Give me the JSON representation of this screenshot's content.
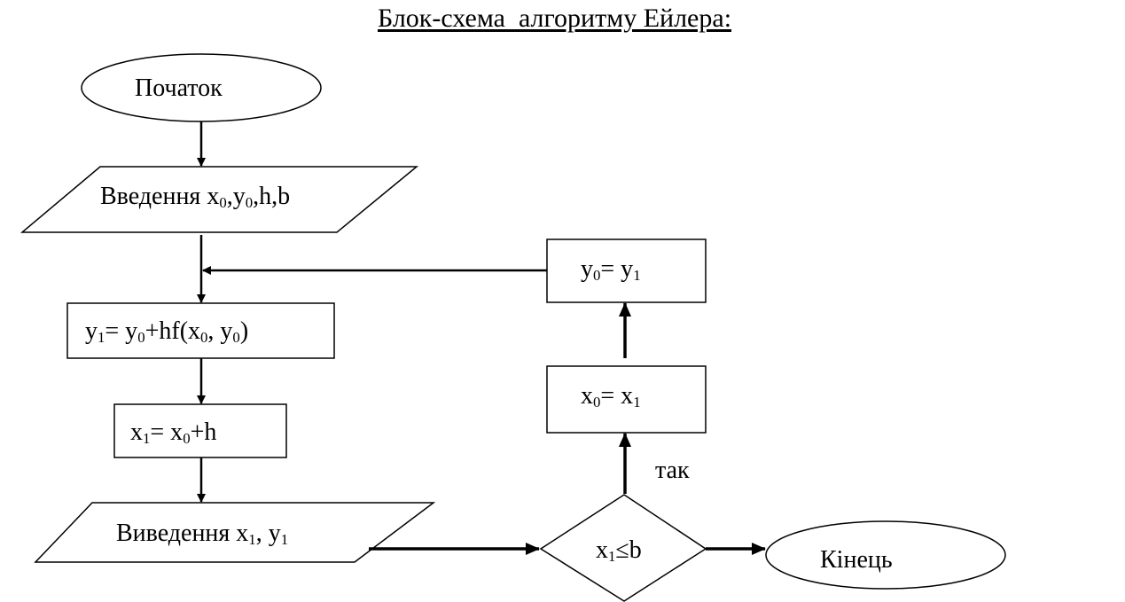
{
  "title": "Блок-схема  алгоритму Ейлера:",
  "nodes": {
    "start": {
      "type": "terminator",
      "label": "Початок"
    },
    "input": {
      "type": "io",
      "label": "Введення x<sub>0</sub>,y<sub>0</sub>,h,b"
    },
    "calc_y": {
      "type": "process",
      "label": "y<sub>1</sub>= y<sub>0</sub>+hf(x<sub>0</sub>, y<sub>0</sub>)"
    },
    "calc_x": {
      "type": "process",
      "label": "x<sub>1</sub>= x<sub>0</sub>+h"
    },
    "output": {
      "type": "io",
      "label": "Виведення x<sub>1</sub>, y<sub>1</sub>"
    },
    "decision": {
      "type": "decision",
      "label": "x<sub>1</sub>≤b"
    },
    "assign_x": {
      "type": "process",
      "label": "x<sub>0</sub>= x<sub>1</sub>"
    },
    "assign_y": {
      "type": "process",
      "label": "y<sub>0</sub>= y<sub>1</sub>"
    },
    "end": {
      "type": "terminator",
      "label": "Кінець"
    }
  },
  "edges": [
    {
      "from": "start",
      "to": "input"
    },
    {
      "from": "input",
      "to": "calc_y"
    },
    {
      "from": "calc_y",
      "to": "calc_x"
    },
    {
      "from": "calc_x",
      "to": "output"
    },
    {
      "from": "output",
      "to": "decision"
    },
    {
      "from": "decision",
      "to": "assign_x",
      "label": "так"
    },
    {
      "from": "decision",
      "to": "end"
    },
    {
      "from": "assign_x",
      "to": "assign_y"
    },
    {
      "from": "assign_y",
      "to": "calc_y"
    }
  ],
  "yes_label": "так"
}
